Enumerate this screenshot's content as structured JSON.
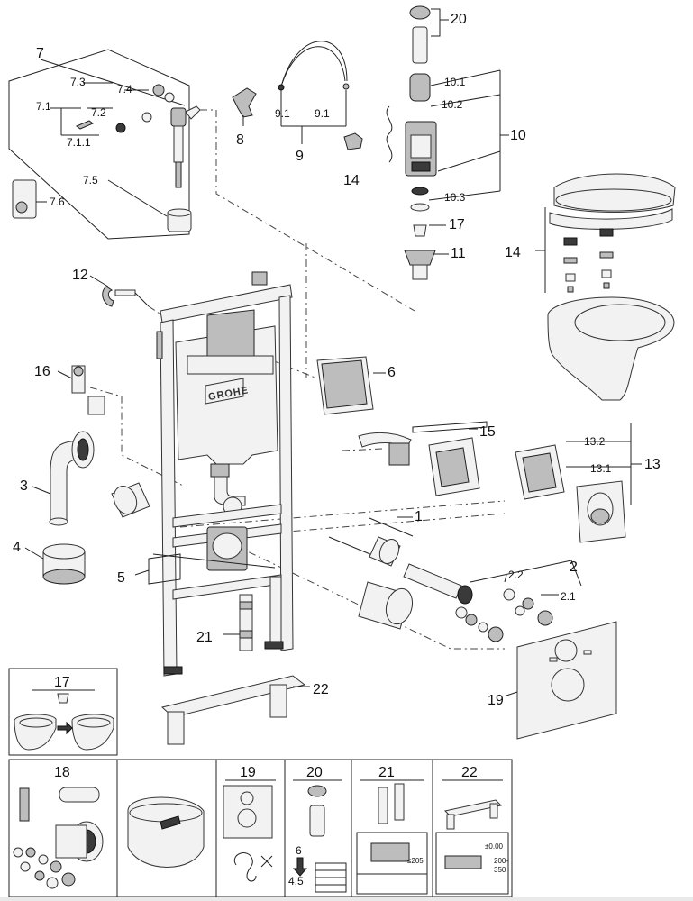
{
  "labels": {
    "p1": "1",
    "p2": "2",
    "p2_1": "2.1",
    "p2_2": "2.2",
    "p3": "3",
    "p4": "4",
    "p5": "5",
    "p6": "6",
    "p7": "7",
    "p7_1": "7.1",
    "p7_1_1": "7.1.1",
    "p7_2": "7.2",
    "p7_3": "7.3",
    "p7_4": "7.4",
    "p7_5": "7.5",
    "p7_6": "7.6",
    "p8": "8",
    "p9": "9",
    "p9_1a": "9.1",
    "p9_1b": "9.1",
    "p10": "10",
    "p10_1": "10.1",
    "p10_2": "10.2",
    "p10_3": "10.3",
    "p11": "11",
    "p12": "12",
    "p13": "13",
    "p13_1": "13.1",
    "p13_2": "13.2",
    "p14a": "14",
    "p14b": "14",
    "p15": "15",
    "p16": "16",
    "p17": "17",
    "p19": "19",
    "p20": "20",
    "p21": "21",
    "p22": "22"
  },
  "logo": "GROHE",
  "panels": {
    "p17": "17",
    "p18": "18",
    "p19": "19",
    "p20": "20",
    "p21": "21",
    "p22": "22"
  },
  "dims": {
    "d20_top": "6",
    "d20_bottom": "4,5",
    "d21": "≤205",
    "d22_top": "±0.00",
    "d22_range": "200-\n350"
  },
  "d22_range_lines": [
    "200-",
    "350"
  ],
  "icons": {
    "arrow_down": "arrow-down-icon",
    "arrow_right": "arrow-right-icon"
  }
}
